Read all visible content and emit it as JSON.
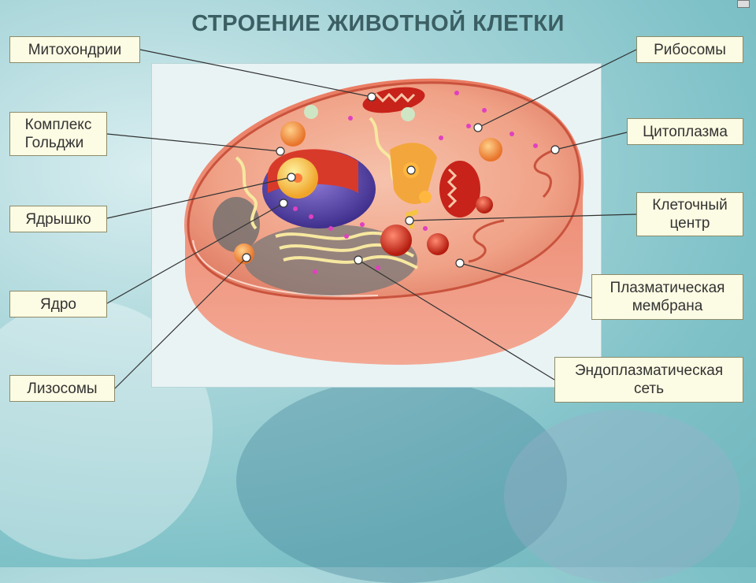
{
  "title": "СТРОЕНИЕ ЖИВОТНОЙ КЛЕТКИ",
  "labels": {
    "mitochondria": "Митохондрии",
    "golgi": "Комплекс\nГольджи",
    "nucleolus": "Ядрышко",
    "nucleus": "Ядро",
    "lysosomes": "Лизосомы",
    "ribosomes": "Рибосомы",
    "cytoplasm": "Цитоплазма",
    "centrosome": "Клеточный\nцентр",
    "membrane": "Плазматическая\nмембрана",
    "er": "Эндоплазматическая\nсеть"
  },
  "colors": {
    "title": "#3b5f63",
    "label_bg": "#fcfbe3",
    "cell_outer": "#e8735a",
    "cytoplasm": "#f2a58e",
    "nucleus": "#5a4aa8"
  }
}
